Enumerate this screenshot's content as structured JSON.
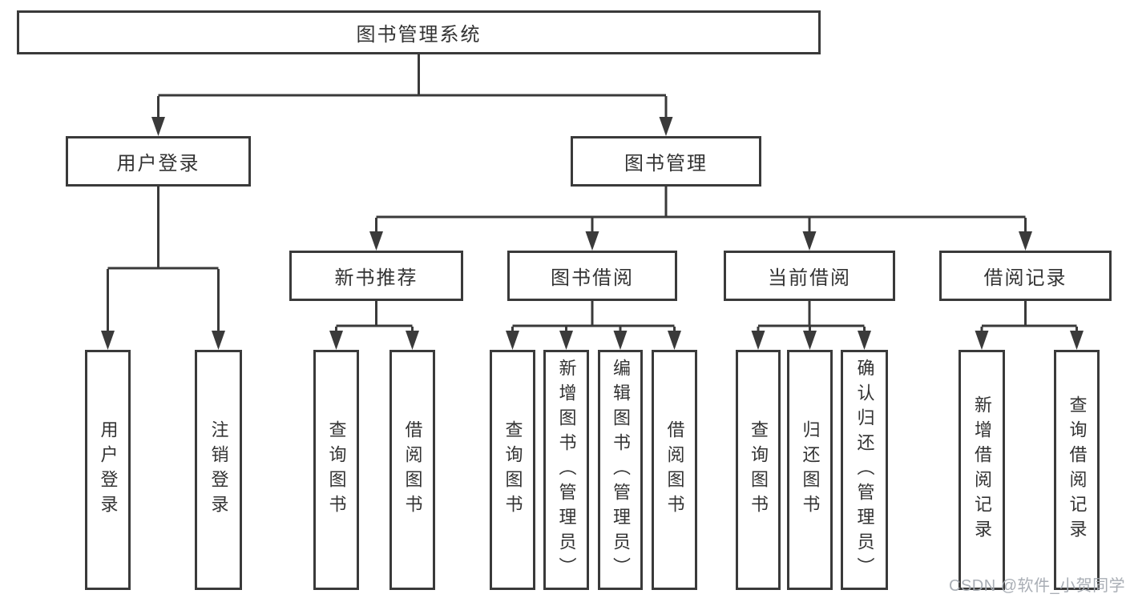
{
  "diagram": {
    "tree": {
      "label": "图书管理系统",
      "children": [
        {
          "label": "用户登录",
          "children": [
            {
              "label": "用户登录"
            },
            {
              "label": "注销登录"
            }
          ]
        },
        {
          "label": "图书管理",
          "children": [
            {
              "label": "新书推荐",
              "children": [
                {
                  "label": "查询图书"
                },
                {
                  "label": "借阅图书"
                }
              ]
            },
            {
              "label": "图书借阅",
              "children": [
                {
                  "label": "查询图书"
                },
                {
                  "label": "新增图书（管理员）"
                },
                {
                  "label": "编辑图书（管理员）"
                },
                {
                  "label": "借阅图书"
                }
              ]
            },
            {
              "label": "当前借阅",
              "children": [
                {
                  "label": "查询图书"
                },
                {
                  "label": "归还图书"
                },
                {
                  "label": "确认归还（管理员）"
                }
              ]
            },
            {
              "label": "借阅记录",
              "children": [
                {
                  "label": "新增借阅记录"
                },
                {
                  "label": "查询借阅记录"
                }
              ]
            }
          ]
        }
      ]
    },
    "colors": {
      "line": "#3a3a3a",
      "text": "#333333",
      "background": "#ffffff",
      "watermark": "#a4aab1"
    }
  },
  "watermark": {
    "text": "CSDN @软件_小贺同学"
  }
}
